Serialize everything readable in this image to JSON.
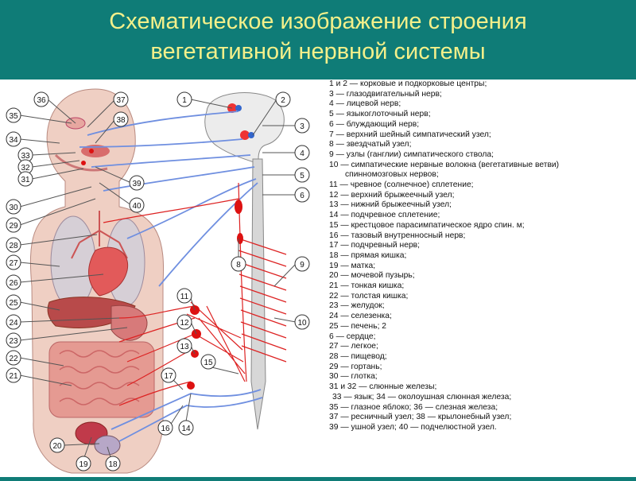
{
  "title": {
    "line1": "Схематическое изображение строения",
    "line2": "вегетативной нервной системы"
  },
  "legend": [
    "1 и 2 — корковые и подкорковые центры;",
    "3 — глазодвигательный нерв;",
    "4 — лицевой нерв;",
    "5 — языкоглоточный нерв;",
    "6 — блуждающий нерв;",
    "7 — верхний шейный симпатический узел;",
    "8 — звездчатый узел;",
    "9 — узлы (ганглии) симпатического ствола;",
    "10 — симпатические нервные волокна (вегетативные ветви)",
    "спинномозговых нервов;",
    "11 — чревное (солнечное) сплетение;",
    "12 — верхний брыжеечный узел;",
    "13 — нижний брыжеечный узел;",
    "14 — подчревное сплетение;",
    "15 — крестцовое парасимпатическое ядро спин. м;",
    "16 — тазовый внутренносный нерв;",
    "17 — подчревный нерв;",
    "18 — прямая кишка;",
    "19 — матка;",
    "20 — мочевой пузырь;",
    "21 — тонкая кишка;",
    "22 — толстая кишка;",
    "23 — желудок;",
    "24 — селезенка;",
    "25 — печень; 2",
    "6 — сердце;",
    "27 — легкое;",
    "28 — пищевод;",
    "29 — гортань;",
    "30 — глотка;",
    "31 и 32 — слюнные железы;",
    "33 — язык; 34 — околоушная слюнная железа;",
    "35 — глазное яблоко; 36 — слезная железа;",
    "37 — ресничный узел; 38 — крылонебный узел;",
    "39 — ушной узел; 40 — подчелюстной узел."
  ],
  "labels": {
    "right": [
      "1",
      "2",
      "3",
      "4",
      "5",
      "6",
      "8",
      "9",
      "10",
      "11",
      "12",
      "13",
      "14",
      "15",
      "16",
      "17"
    ],
    "left": [
      "20",
      "21",
      "22",
      "23",
      "24",
      "25",
      "26",
      "27",
      "28",
      "29",
      "30",
      "31",
      "32",
      "33",
      "34",
      "35",
      "36",
      "37",
      "38",
      "39",
      "40",
      "19",
      "18"
    ]
  }
}
